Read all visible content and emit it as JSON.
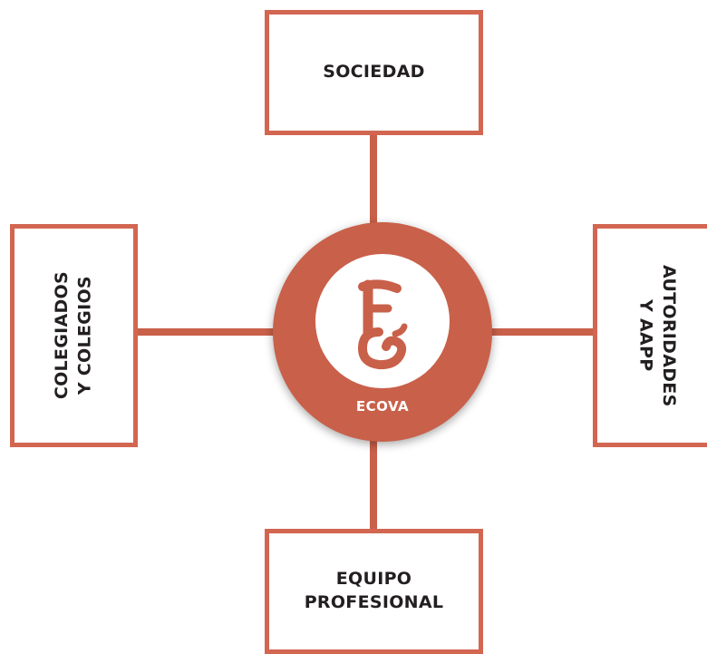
{
  "diagram": {
    "center": {
      "label": "ECOVA",
      "logo_icon": "ecova-logo"
    },
    "nodes": {
      "top": {
        "label": "SOCIEDAD"
      },
      "left": {
        "line1": "COLEGIADOS",
        "line2": "Y COLEGIOS"
      },
      "right": {
        "line1": "AUTORIDADES",
        "line2": "Y AAPP"
      },
      "bottom": {
        "line1": "EQUIPO",
        "line2": "PROFESIONAL"
      }
    },
    "colors": {
      "accent": "#c9604a",
      "border": "#d26651",
      "text": "#231f20"
    }
  }
}
